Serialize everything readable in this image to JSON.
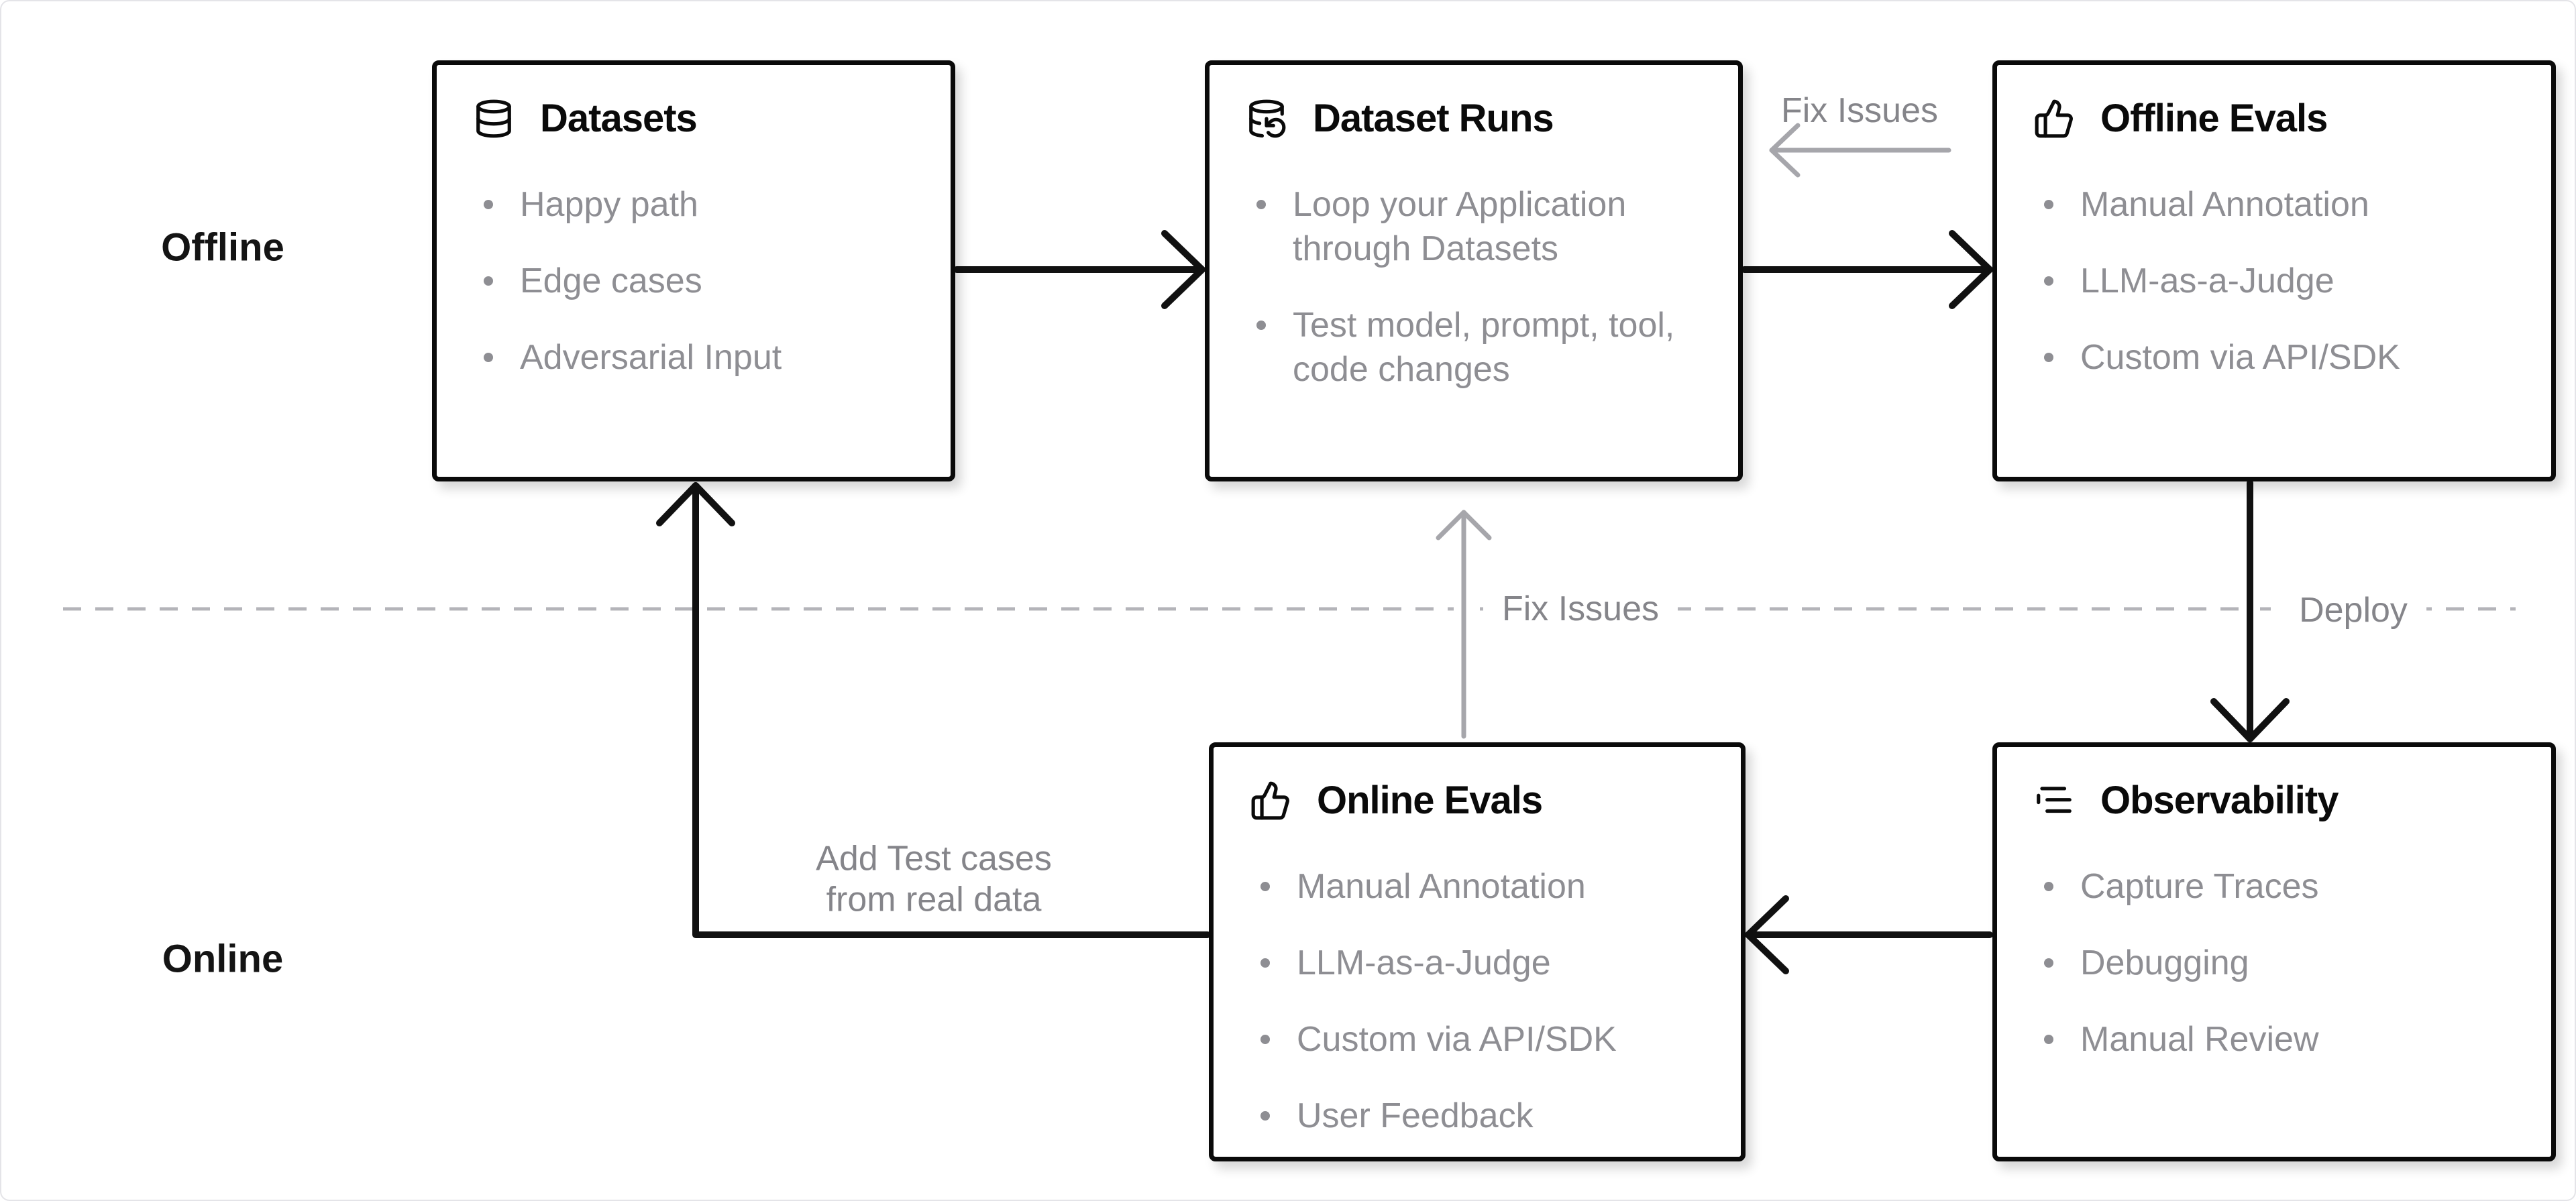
{
  "diagram": {
    "lanes": {
      "offline": "Offline",
      "online": "Online"
    },
    "cards": {
      "datasets": {
        "title": "Datasets",
        "icon": "database-icon",
        "items": [
          "Happy path",
          "Edge cases",
          "Adversarial Input"
        ]
      },
      "dataset_runs": {
        "title": "Dataset Runs",
        "icon": "database-backup-icon",
        "items": [
          "Loop your Application through Datasets",
          "Test model, prompt, tool, code changes"
        ]
      },
      "offline_evals": {
        "title": "Offline Evals",
        "icon": "thumbs-up-icon",
        "items": [
          "Manual Annotation",
          "LLM-as-a-Judge",
          "Custom via API/SDK"
        ]
      },
      "online_evals": {
        "title": "Online Evals",
        "icon": "thumbs-up-icon",
        "items": [
          "Manual Annotation",
          "LLM-as-a-Judge",
          "Custom via API/SDK",
          "User Feedback"
        ]
      },
      "observability": {
        "title": "Observability",
        "icon": "logs-icon",
        "items": [
          "Capture Traces",
          "Debugging",
          "Manual Review"
        ]
      }
    },
    "labels": {
      "fix_issues_top": "Fix Issues",
      "fix_issues_mid": "Fix Issues",
      "deploy": "Deploy",
      "add_test_cases_line1": "Add Test cases",
      "add_test_cases_line2": "from real data"
    },
    "colors": {
      "card_border": "#0a0a0a",
      "title_text": "#0a0a0a",
      "item_text": "#8e8e93",
      "muted_label": "#85858a",
      "black_arrow": "#111111",
      "gray_arrow": "#a6a6ab",
      "divider_dash": "#b4b4b9"
    }
  }
}
